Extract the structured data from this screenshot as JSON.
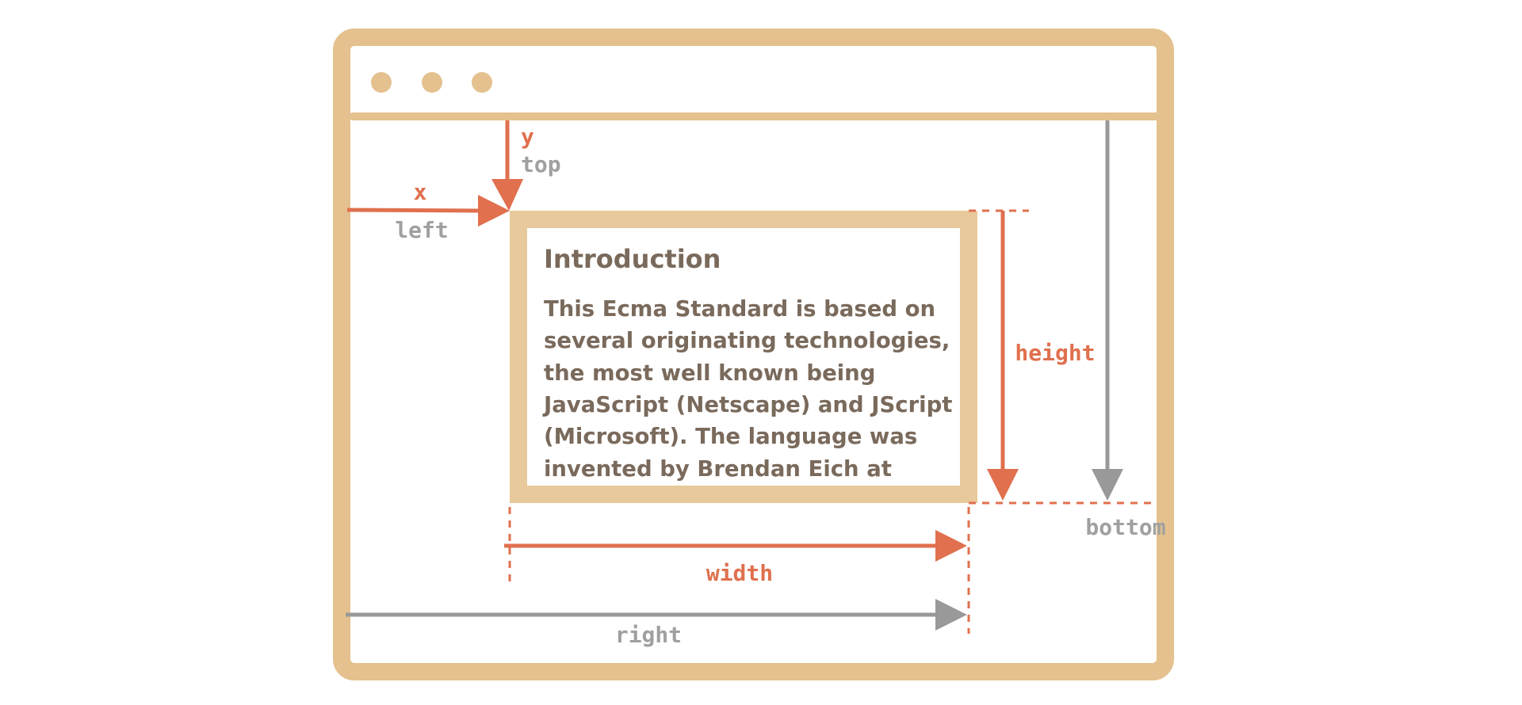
{
  "colors": {
    "frame": "#e4c18e",
    "element_border": "#e8c99c",
    "accent": "#e0704e",
    "neutral": "#999999",
    "text": "#7a6a5c"
  },
  "window": {
    "dots": [
      "dot",
      "dot",
      "dot"
    ]
  },
  "element": {
    "title": "Introduction",
    "lines": [
      "This Ecma Standard is based on",
      "several originating technologies,",
      "the most well known being",
      "JavaScript (Netscape) and JScript",
      "(Microsoft). The language was",
      "invented by Brendan Eich at"
    ]
  },
  "labels": {
    "y": "y",
    "top": "top",
    "x": "x",
    "left": "left",
    "height": "height",
    "bottom": "bottom",
    "width": "width",
    "right": "right"
  }
}
